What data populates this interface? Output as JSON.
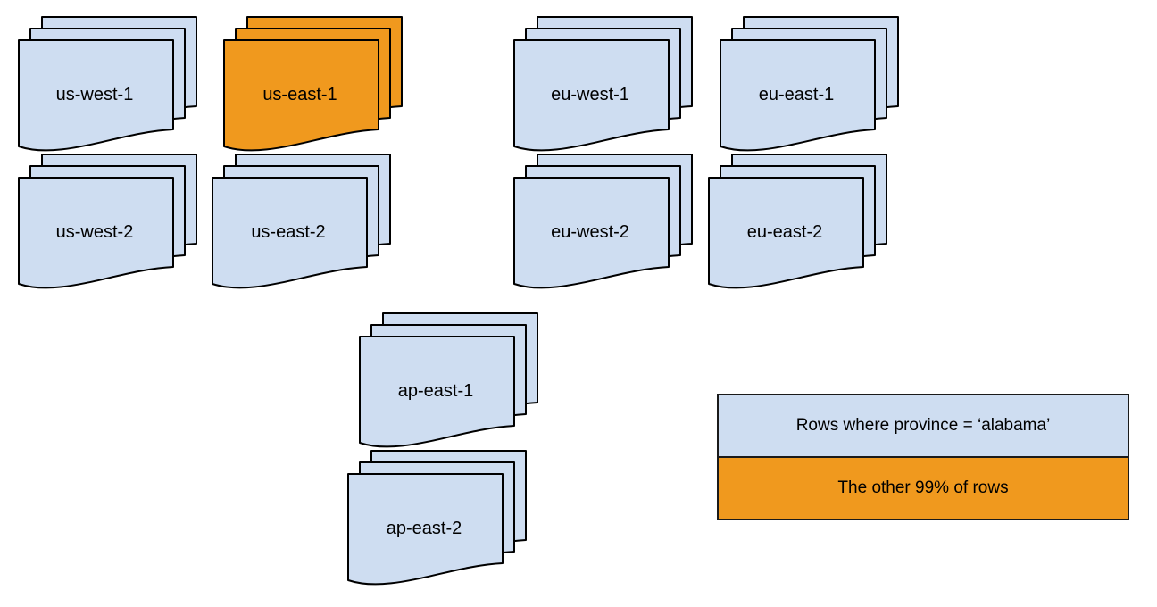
{
  "colors": {
    "doc-blue": "#CEDDF1",
    "doc-orange": "#F0991E",
    "stroke": "#000000"
  },
  "stacks": [
    {
      "label": "us-west-1",
      "state": "normal"
    },
    {
      "label": "us-east-1",
      "state": "highlight"
    },
    {
      "label": "eu-west-1",
      "state": "normal"
    },
    {
      "label": "eu-east-1",
      "state": "normal"
    },
    {
      "label": "us-west-2",
      "state": "normal"
    },
    {
      "label": "us-east-2",
      "state": "normal"
    },
    {
      "label": "eu-west-2",
      "state": "normal"
    },
    {
      "label": "eu-east-2",
      "state": "normal"
    },
    {
      "label": "ap-east-1",
      "state": "normal"
    },
    {
      "label": "ap-east-2",
      "state": "normal"
    }
  ],
  "legend": {
    "items": [
      {
        "label": "Rows where province = ‘alabama’",
        "state": "blue"
      },
      {
        "label": "The other 99% of rows",
        "state": "orange"
      }
    ]
  }
}
